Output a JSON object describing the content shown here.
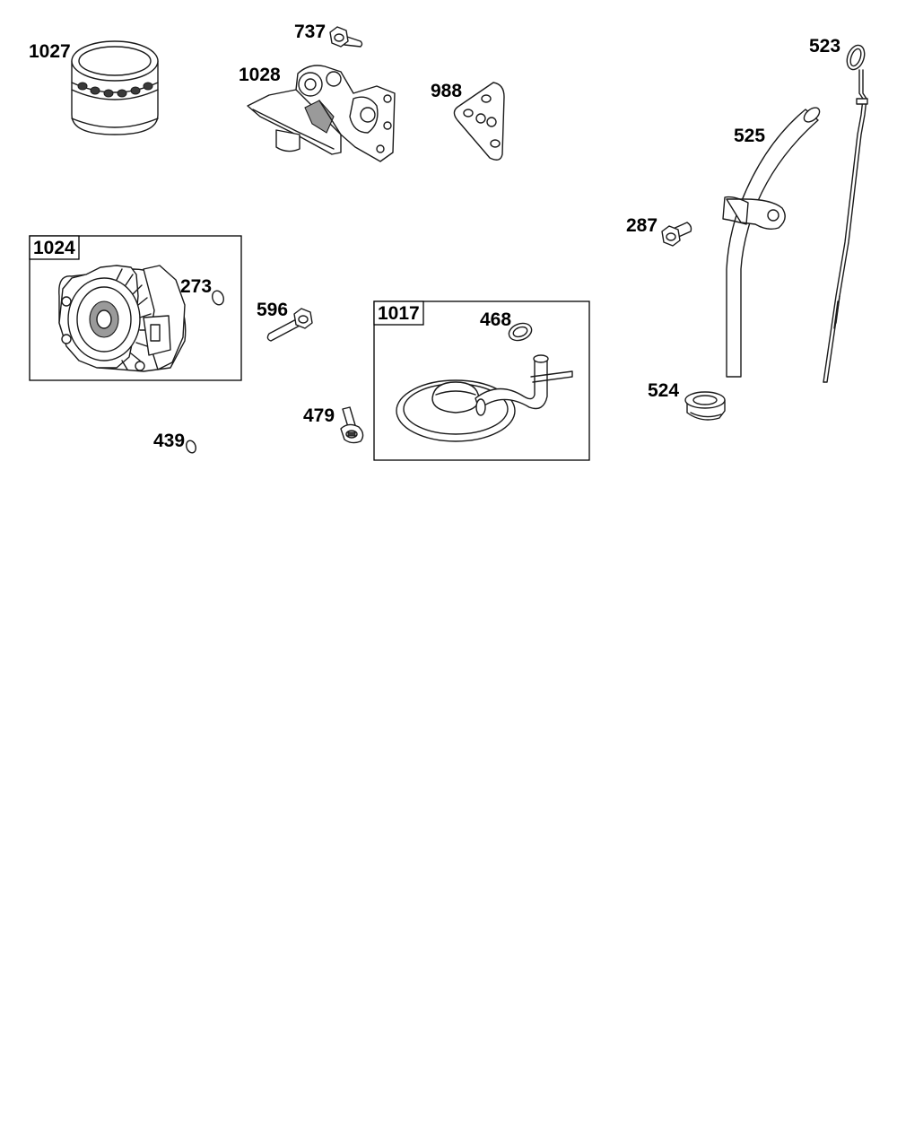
{
  "parts": {
    "p1027": "1027",
    "p737": "737",
    "p1028": "1028",
    "p988": "988",
    "p523": "523",
    "p525": "525",
    "p287": "287",
    "p1024": "1024",
    "p273": "273",
    "p596": "596",
    "p1017": "1017",
    "p468": "468",
    "p479": "479",
    "p439": "439",
    "p524": "524"
  }
}
